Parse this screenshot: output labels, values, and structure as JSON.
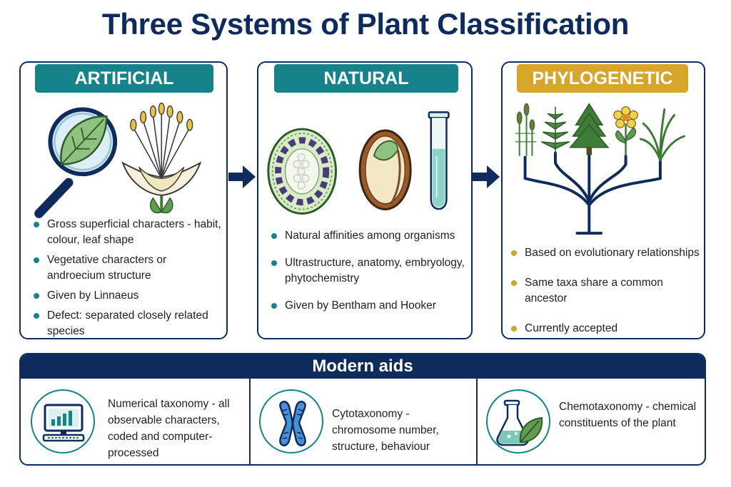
{
  "title": "Three Systems of Plant Classification",
  "colors": {
    "navy": "#0d2b5c",
    "teal": "#16838a",
    "gold": "#d6a62a"
  },
  "systems": [
    {
      "name": "ARTIFICIAL",
      "icons": [
        "magnifier-leaf-icon",
        "stamen-flower-icon"
      ],
      "bullets": [
        "Gross superficial characters - habit, colour, leaf shape",
        "Vegetative characters or androecium structure",
        "Given by Linnaeus",
        "Defect: separated closely related species"
      ]
    },
    {
      "name": "NATURAL",
      "icons": [
        "stem-cross-section-icon",
        "seed-embryo-icon",
        "test-tube-icon"
      ],
      "bullets": [
        "Natural affinities among organisms",
        "Ultrastructure, anatomy, embryology, phytochemistry",
        "Given by Bentham and Hooker"
      ]
    },
    {
      "name": "PHYLOGENETIC",
      "icons": [
        "phylogenetic-tree-icon"
      ],
      "bullets": [
        "Based on evolutionary relationships",
        "Same taxa share a common ancestor",
        "Currently accepted"
      ]
    }
  ],
  "modern_aids": {
    "title": "Modern aids",
    "items": [
      {
        "icon": "computer-chart-icon",
        "text": "Numerical taxonomy - all observable characters, coded and computer-processed"
      },
      {
        "icon": "chromosome-icon",
        "text": "Cytotaxonomy - chromosome number, structure, behaviour"
      },
      {
        "icon": "flask-leaf-icon",
        "text": "Chemotaxonomy - chemical constituents of the plant"
      }
    ]
  }
}
